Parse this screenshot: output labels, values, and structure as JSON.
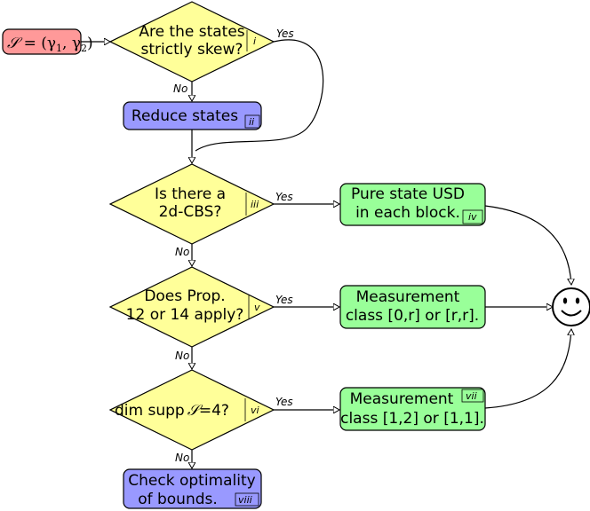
{
  "start": {
    "label": "S = (γ1, γ2)"
  },
  "nodes": {
    "q1": {
      "line1": "Are the states",
      "line2": "strictly skew?",
      "tag": "i"
    },
    "reduce": {
      "label": "Reduce states",
      "tag": "ii"
    },
    "q2": {
      "line1": "Is there a",
      "line2": "2d-CBS?",
      "tag": "iii"
    },
    "pure": {
      "line1": "Pure state USD",
      "line2": "in each block.",
      "tag": "iv"
    },
    "q3": {
      "line1": "Does Prop.",
      "line2": "12 or 14 apply?",
      "tag": "v"
    },
    "meas1": {
      "line1": "Measurement",
      "line2": "class [0,r] or [r,r].",
      "tag": ""
    },
    "q4": {
      "line1": "dim supp",
      "line2": "=4?",
      "tag": "vi"
    },
    "meas2": {
      "line1": "Measurement",
      "line2": "class [1,2] or [1,1].",
      "tag": "vii"
    },
    "check": {
      "line1": "Check optimality",
      "line2": "of bounds.",
      "tag": "viii"
    }
  },
  "edges": {
    "yes": "Yes",
    "no": "No"
  },
  "end": {
    "icon": "smiley-icon"
  },
  "colors": {
    "diamond": "#ffff99",
    "blue": "#9999ff",
    "green": "#99ff99",
    "red": "#ff9999"
  }
}
